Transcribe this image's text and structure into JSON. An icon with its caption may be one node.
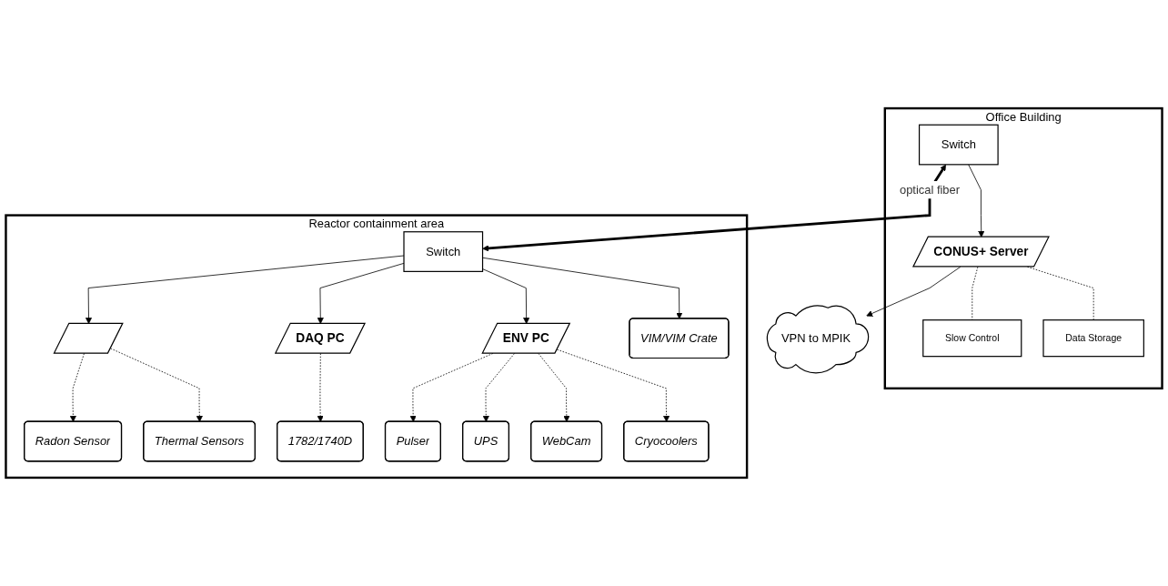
{
  "diagram": {
    "nodes": [
      {
        "text": [
          "VPN to MPIK"
        ]
      },
      {
        "text": [
          "Office Building"
        ]
      },
      {
        "text": [
          "Switch"
        ],
        "in": 1
      },
      {
        "text": [
          "CONUS+ Server"
        ],
        "in": 1
      },
      {
        "text": [
          "Slow Control"
        ],
        "in": 1
      },
      {
        "text": [
          "Data Storage"
        ],
        "in": 1
      },
      {
        "text": [
          "Reactor containment area"
        ]
      },
      {
        "text": [
          "Switch"
        ],
        "in": 6
      },
      {
        "text": [],
        "shape": "parallelogram",
        "in": 6
      },
      {
        "text": [
          "DAQ PC"
        ],
        "in": 6
      },
      {
        "text": [
          "ENV PC"
        ],
        "in": 6
      },
      {
        "text": [
          "VIM/VIM Crate"
        ],
        "in": 6
      },
      {
        "text": [
          "Radon Sensor"
        ],
        "in": 6
      },
      {
        "text": [
          "Thermal Sensors"
        ],
        "in": 6
      },
      {
        "text": [
          "1782/1740D"
        ],
        "in": 6
      },
      {
        "text": [
          "Pulser"
        ],
        "in": 6
      },
      {
        "text": [
          "UPS"
        ],
        "in": 6
      },
      {
        "text": [
          "WebCam"
        ],
        "in": 6
      },
      {
        "text": [
          "Cryocoolers"
        ],
        "in": 6
      }
    ],
    "edges": [
      {
        "from": 3,
        "to": 0,
        "arrow": "to"
      },
      {
        "from": 2,
        "to": 3,
        "arrow": "to"
      },
      {
        "from": 3,
        "to": 4,
        "arrow": "none",
        "style": "dashed"
      },
      {
        "from": 3,
        "to": 5,
        "arrow": "none",
        "style": "dashed"
      },
      {
        "from": 2,
        "to": 7,
        "arrow": "both",
        "label": "optical fiber",
        "style": "thick"
      },
      {
        "from": 7,
        "to": 8,
        "arrow": "to"
      },
      {
        "from": 7,
        "to": 9,
        "arrow": "to"
      },
      {
        "from": 7,
        "to": 10,
        "arrow": "to"
      },
      {
        "from": 7,
        "to": 11,
        "arrow": "to"
      },
      {
        "from": 8,
        "to": 12,
        "arrow": "to",
        "style": "dashed"
      },
      {
        "from": 8,
        "to": 13,
        "arrow": "to",
        "style": "dashed"
      },
      {
        "from": 9,
        "to": 14,
        "arrow": "to",
        "style": "dashed"
      },
      {
        "from": 10,
        "to": 15,
        "arrow": "to",
        "style": "dashed"
      },
      {
        "from": 10,
        "to": 16,
        "arrow": "to",
        "style": "dashed"
      },
      {
        "from": 10,
        "to": 17,
        "arrow": "to",
        "style": "dashed"
      },
      {
        "from": 10,
        "to": 18,
        "arrow": "to",
        "style": "dashed"
      }
    ]
  }
}
